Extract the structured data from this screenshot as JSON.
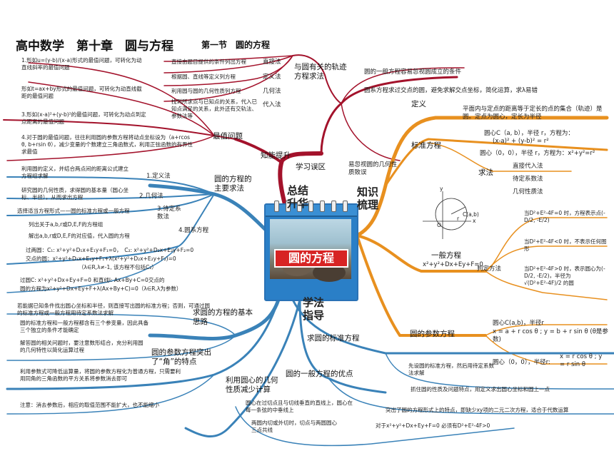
{
  "header": {
    "title": "高中数学　第十章　圆与方程",
    "section": "第一节　圆的方程"
  },
  "center": {
    "title": "圆的方程"
  },
  "branches": {
    "summary": "总结\n升华",
    "knowledge": "知识\n梳理",
    "method": "学法\n指导"
  },
  "top_left": {
    "ability": "知能提升",
    "misunderstand": "学习误区",
    "max_min": "最值问题",
    "traj_title": "与圆有关的轨迹方程求法",
    "traj_methods": [
      "直接法",
      "定义法",
      "几何法",
      "代入法"
    ],
    "traj_desc": [
      "直接由题目提供的条件列出方程",
      "根据圆、直线等定义列方程",
      "利用圆与圆的几何性质列方程",
      "找到所求点与已知点的关系，代入已知点满足的关系，此外还有交轨法、参数法等"
    ],
    "max_items": [
      "1.形如u=(y-b)/(x-a)形式的最值问题，可转化为动直线斜率的最值问题",
      "形如t=ax+by形式的最值问题，可转化为动直线截距的最值问题",
      "3.形如(x-a)²+(y-b)²的最值问题，可转化为动点到定点距离的最值问题",
      "4.对于圆的最值问题，往往利用圆的参数方程将动点坐标设为（a+rcos θ, b+rsin θ），减少变量的个数建立三角函数式，利用正弦函数的有界性求最值"
    ],
    "mis_1": "圆的一般方程容易忽视圆成立的条件",
    "mis_2": "圆系方程求过交点的圆，避免求解交点坐标，简化运算，求λ易错",
    "mis_3": "易忽视圆的几何性质致误"
  },
  "knowledge": {
    "def_label": "定义",
    "def_text": "平面内与定点的距离等于定长的点的集合（轨迹）是圆。定点为圆心，定长为半径",
    "std_label": "标准方程",
    "std_1": "圆心C（a, b），半径 r，方程为：",
    "std_1b": "(x-a)² + (y-b)² = r²",
    "std_2": "圆心（0，0），半径 r，方程为：x²+y²=r²",
    "solve_label": "求法",
    "solve_items": [
      "直接代入法",
      "待定系数法",
      "几何性质法"
    ],
    "gen_label": "一般方程",
    "gen_eq": "x²+y²+Dx+Ey+F=0",
    "judge_label": "判定方法",
    "judge_1": "当D²+E²-4F=0 时，方程表示点(-D/2, -E/2)",
    "judge_2": "当D²+E²-4F<0 时，不表示任何图形",
    "judge_3": "当D²+E²-4F>0 时，表示圆心为(-D/2, -E/2)，半径为 √(D²+E²-4F)/2 的圆",
    "param_label": "圆的参数方程",
    "param_1": "圆心C(a,b)，半径r",
    "param_1eq": "x = a + r cos θ ; y = b + r sin θ (θ是参数)",
    "param_2": "圆心（0，0），半径r:",
    "param_2eq": "x = r cos θ ; y = r sin θ",
    "graph_label": "C(a,b)",
    "graph_r": "r",
    "graph_o": "O",
    "graph_x": "x",
    "graph_y": "y"
  },
  "method": {
    "std_title": "求圆的标准方程",
    "std_1": "先设圆的标准方程，然后用待定系数法求解",
    "std_2": "抓住圆的性质及问题特点，用定义求出圆心坐标和圆上一点",
    "gen_title": "圆的一般方程的优点",
    "gen_1": "突出了圆的方程形式上的特点，即缺少xy项的二元二次方程，适合于代数运算",
    "gen_2": "对于x²+y²+Dx+Ey+F=0 必须有D²+E²-4F>0",
    "geo_title": "利用圆心的几何性质减少计算",
    "geo_1": "圆心在过切点且与切线垂直的直线上，圆心在每一条弦的中垂线上",
    "geo_2": "两圆内切或外切时，切点与两圆圆心三点共线",
    "think_title": "求圆的方程的基本思路",
    "think_1": "若能据已知条件找出圆心坐标和半径，则直接写出圆的标准方程；否则，可通过圆的标准方程或一般方程用待定系数法求解",
    "think_2": "圆的标准方程和一般方程都含有三个参变量，因此具备三个独立的条件才能确定",
    "think_3": "解答圆的相关问题时，要注意数形结合，充分利用圆的几何特性以简化运算过程",
    "angle_title": "圆的参数方程突出了“角”的特点",
    "angle_1": "利用参数式可降低运算量，将圆的参数方程化为普通方程，只需要利用同角的三角函数的平方关系将参数消去即可",
    "angle_2": "注意：消去参数后，相应的取值范围不能扩大，也不能缩小"
  },
  "main_method": {
    "title": "圆的方程的主要求法",
    "m1": "1.定义法",
    "m2": "2.几何法",
    "m3": "3.待定系数法",
    "m4": "4.圆系方程",
    "m1d": "利用圆的定义，并结合两点间的距离公式建立方程组求解",
    "m2d": "研究圆的几何性质，求得圆的基本量（圆心坐标、半径），从而求出方程",
    "m3d": "选择适当方程形式——圆的标准方程或一般方程",
    "m3e": "列出关于a,b,r或D,E,F的方程组",
    "m3f": "解出a,b,r或D,E,F的对应值，代入圆的方程",
    "m4a": "过两圆：C₁: x²+y²+D₁x+E₁y+F₁=0，　C₂: x²+y²+D₂x+E₂y+F₂=0",
    "m4b": "交点的圆：x²+y²+D₁x+E₁y+F₁+λ(x²+y²+D₂x+E₂y+F₂)=0",
    "m4c": "（λ∈R,λ≠-1, 该方程不包括C₂）",
    "m4d": "过圆C: x²+y²+Dx+Ey+F=0 和直线l: Ax+By+C=0交点的",
    "m4e": "圆的方程为x²+y²+Dx+Ey+F+λ(Ax+By+C)=0（λ∈R,λ为参数）"
  },
  "colors": {
    "red": "#a3122b",
    "orange": "#e8901f",
    "blue": "#3a82b8",
    "card": "#2a7fc7"
  }
}
